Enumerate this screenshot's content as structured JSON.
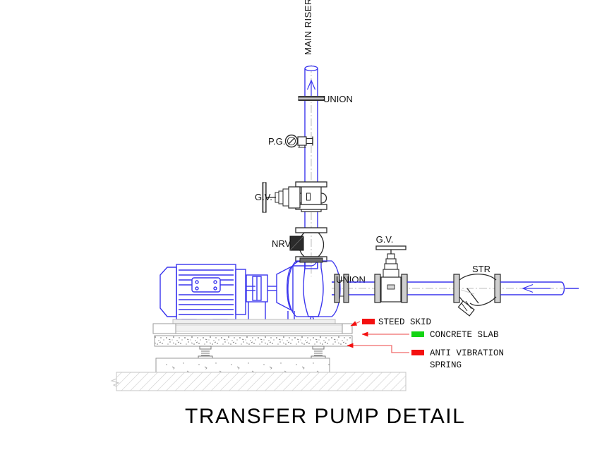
{
  "drawing": {
    "title": "TRANSFER  PUMP  DETAIL",
    "type": "mechanical-piping-detail",
    "background_color": "#ffffff",
    "line_colors": {
      "pipe_blue": "#3a35ee",
      "fitting_gray": "#555555",
      "concrete_gray": "#9a9a9a",
      "annotation_red": "#f41010",
      "leader_red": "#f06a6a",
      "swatch_green": "#14d414",
      "centerline": "#bdbdbd",
      "text_black": "#111111"
    }
  },
  "labels": {
    "main_riser": "MAIN  RISER",
    "union_top": "UNION",
    "pressure_gauge": "P.G.",
    "gate_valve_riser": "G.V.",
    "non_return_valve": "NRV",
    "union_suction": "UNION",
    "gate_valve_suction": "G.V.",
    "strainer": "STR"
  },
  "legend": {
    "items": [
      {
        "label": "STEED SKID",
        "swatch_color": "#f41010"
      },
      {
        "label": "CONCRETE SLAB",
        "swatch_color": "#14d414"
      },
      {
        "label": "ANTI VIBRATION",
        "label2": "SPRING",
        "swatch_color": "#f41010"
      }
    ]
  },
  "components": {
    "motor": "electric-motor",
    "coupling": "shaft-coupling",
    "pump": "centrifugal-pump-volute",
    "skid": "steel-skid-base",
    "slab": "concrete-slab",
    "springs": "anti-vibration-springs",
    "plinth": "concrete-plinth",
    "ground": "hatched-ground"
  }
}
